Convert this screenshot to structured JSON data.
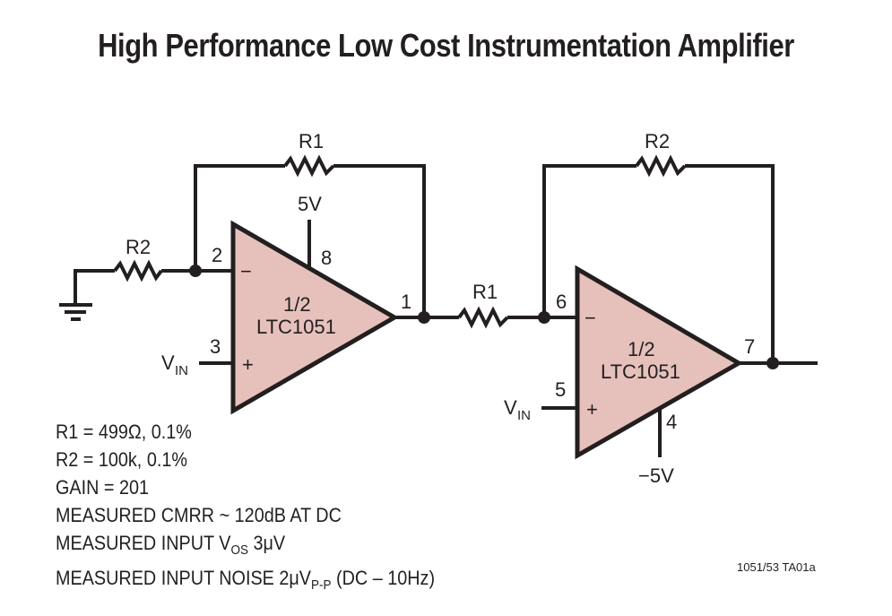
{
  "title": "High Performance Low Cost Instrumentation Amplifier",
  "colors": {
    "opamp_fill": "#e6c1bb",
    "line": "#231f20"
  },
  "components": {
    "u1": {
      "line1": "1/2",
      "line2": "LTC1051",
      "pins": {
        "inv": "2",
        "noninv": "3",
        "out": "1",
        "vplus": "8"
      },
      "supply": "5V",
      "input": "V",
      "input_sub": "IN",
      "inv_sign": "−",
      "noninv_sign": "+"
    },
    "u2": {
      "line1": "1/2",
      "line2": "LTC1051",
      "pins": {
        "inv": "6",
        "noninv": "5",
        "out": "7",
        "vminus": "4"
      },
      "supply": "−5V",
      "input": "V",
      "input_sub": "IN",
      "inv_sign": "−",
      "noninv_sign": "+"
    },
    "r_top_left": "R1",
    "r_ground": "R2",
    "r_mid": "R1",
    "r_top_right": "R2"
  },
  "notes": {
    "line1": "R1 = 499Ω, 0.1%",
    "line2": "R2 = 100k, 0.1%",
    "line3": "GAIN = 201",
    "line4": "MEASURED CMRR ~ 120dB AT DC",
    "line5_pre": "MEASURED INPUT V",
    "line5_sub": "OS",
    "line5_post": " 3μV",
    "line6_pre": "MEASURED INPUT NOISE 2μV",
    "line6_sub": "P-P",
    "line6_post": " (DC – 10Hz)"
  },
  "figure_ref": "1051/53 TA01a"
}
